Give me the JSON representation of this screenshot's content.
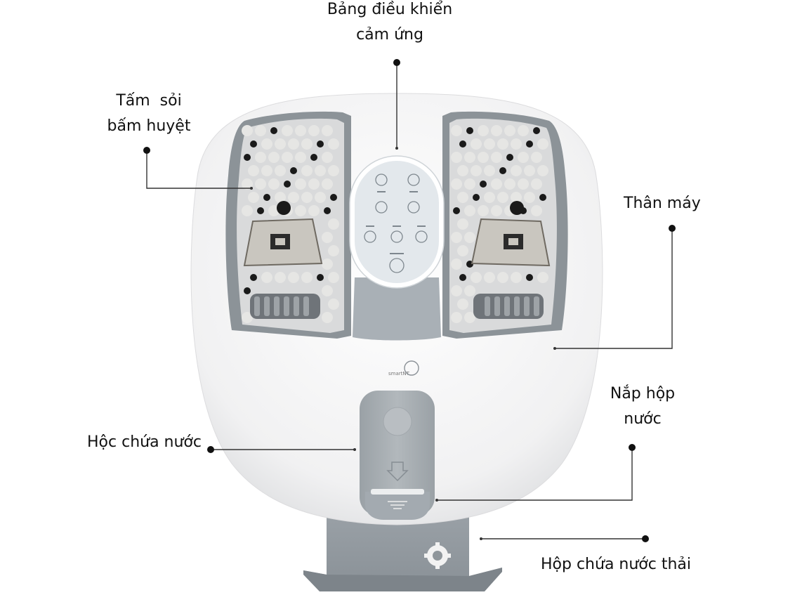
{
  "labels": {
    "control_panel_line1": "Bảng điều khiển",
    "control_panel_line2": "cảm ứng",
    "stone_plate_line1": "Tấm  sỏi",
    "stone_plate_line2": "bấm huyệt",
    "body": "Thân máy",
    "water_compartment": "Hộc chứa nước",
    "water_lid_line1": "Nắp hộp",
    "water_lid_line2": "nước",
    "waste_box": "Hộp chứa nước thải"
  },
  "logo_text": "smartNT",
  "colors": {
    "body": "#f4f4f5",
    "tray_grey": "#8c9398",
    "panel": "#e3e8ec",
    "accent_grey": "#a9b0b6",
    "nub": "#e6e6e4",
    "dark_hole": "#1a1a1a"
  }
}
